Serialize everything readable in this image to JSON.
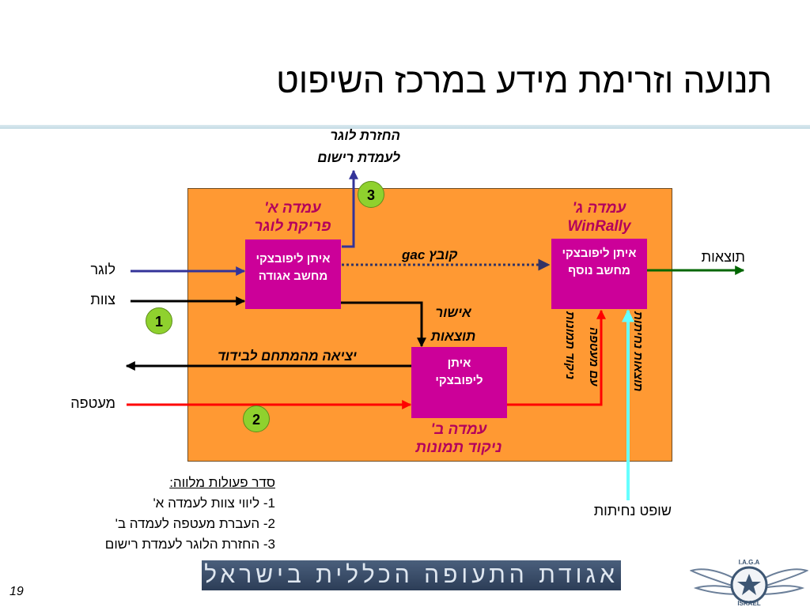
{
  "slide": {
    "title": "תנועה וזרימת מידע במרכז השיפוט",
    "page_number": "19"
  },
  "stations": {
    "a": {
      "name": "עמדה א'",
      "subtitle": "פריקת לוגר",
      "node_line1": "איתן ליפובצקי",
      "node_line2": "מחשב אגודה"
    },
    "b": {
      "name": "עמדה ב'",
      "subtitle": "ניקוד תמונות",
      "node_line1": "איתן",
      "node_line2": "ליפובצקי"
    },
    "c": {
      "name": "עמדה ג'",
      "subtitle": "WinRally",
      "node_line1": "איתן ליפובצקי",
      "node_line2": "מחשב נוסף"
    }
  },
  "labels": {
    "logger_return_line1": "החזרת לוגר",
    "logger_return_line2": "לעמדת רישום",
    "gac_file": "קובץ gac",
    "results_approval_line1": "אישור",
    "results_approval_line2": "תוצאות",
    "exit_for_isolation": "יציאה מהמתחם לבידוד",
    "vertical_1": "ניקוד תמונות",
    "vertical_2": "עם מעטפה",
    "vertical_3": "תוצאות נחיתות"
  },
  "inputs": {
    "logger": "לוגר",
    "crew": "צוות",
    "envelope": "מעטפה",
    "results": "תוצאות",
    "landing_judge": "שופט נחיתות"
  },
  "badges": {
    "one": "1",
    "two": "2",
    "three": "3"
  },
  "order_of_actions": {
    "title": "סדר פעולות מלווה:",
    "items": [
      "1- ליווי צוות לעמדה א'",
      "2- העברת מעטפה לעמדה ב'",
      "3- החזרת הלוגר לעמדת רישום"
    ]
  },
  "banner": {
    "text": "אגודת התעופה הכללית בישראל"
  },
  "logo": {
    "top_text": "I.A.G.A",
    "bottom_text": "ISRAEL"
  },
  "colors": {
    "panel": "#ff9933",
    "node": "#cc0099",
    "station_title": "#b3005c",
    "logger_arrow": "#333399",
    "envelope_arrow": "#ff0000",
    "results_arrow": "#006600",
    "judge_arrow": "#66ffff",
    "badge": "#8fd12e"
  }
}
